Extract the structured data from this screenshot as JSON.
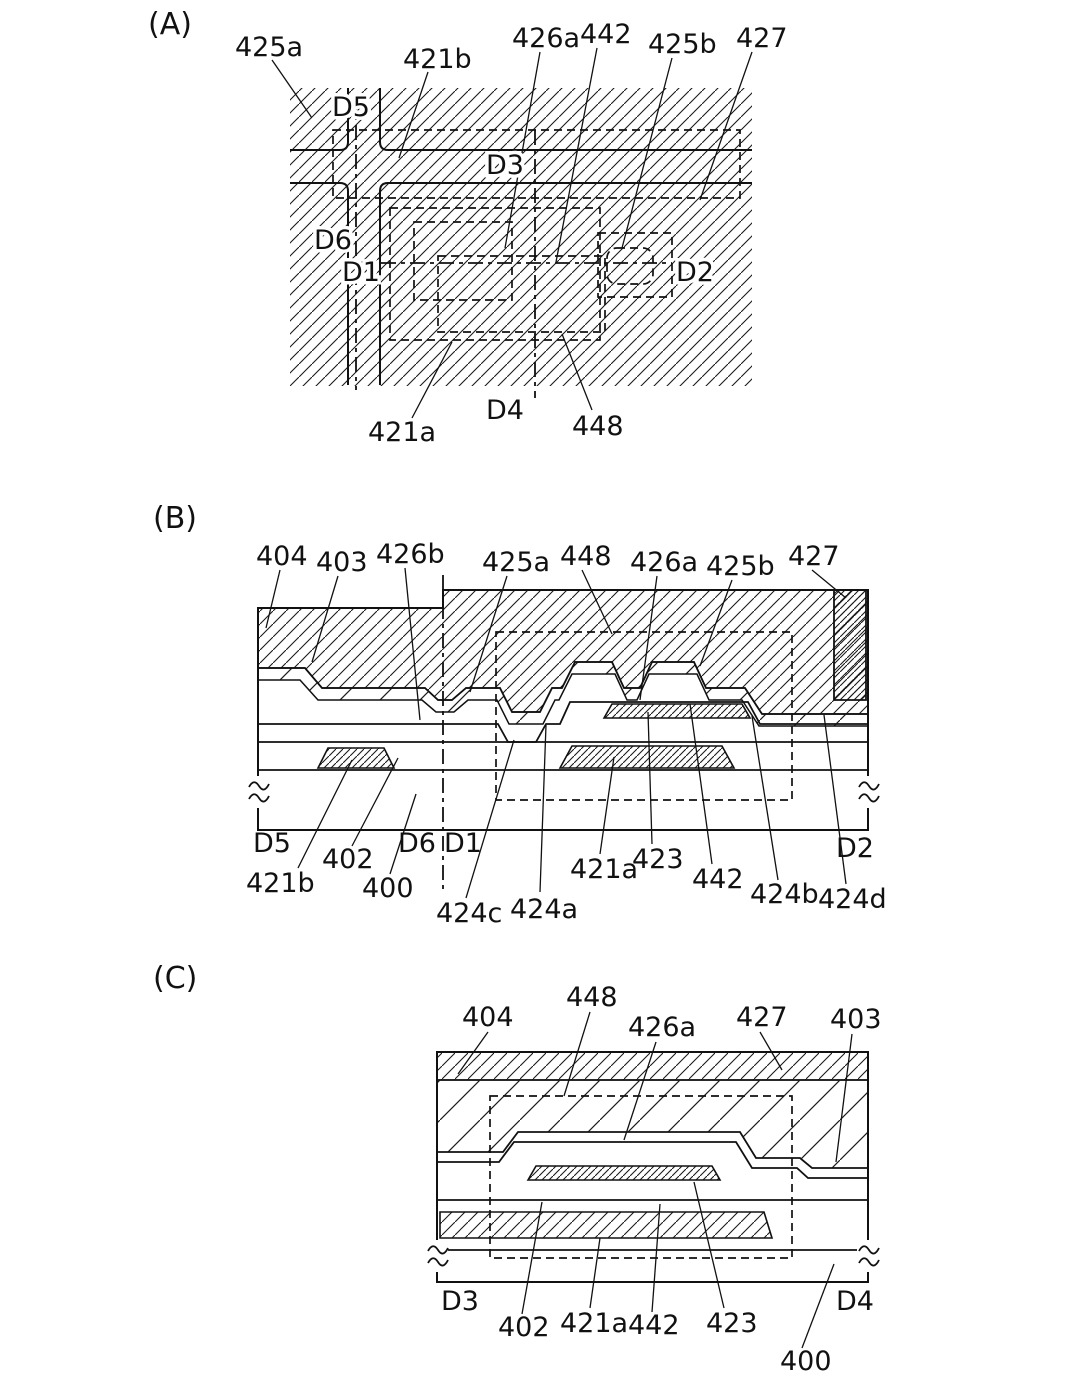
{
  "panels": {
    "a": "(A)",
    "b": "(B)",
    "c": "(C)"
  },
  "figA": {
    "425a": "425a",
    "421b": "421b",
    "426a": "426a",
    "442": "442",
    "425b": "425b",
    "427": "427",
    "D5": "D5",
    "D3": "D3",
    "D6": "D6",
    "D1": "D1",
    "D2": "D2",
    "421a": "421a",
    "D4": "D4",
    "448": "448"
  },
  "figB": {
    "404": "404",
    "403": "403",
    "426b": "426b",
    "425a": "425a",
    "448": "448",
    "426a": "426a",
    "425b": "425b",
    "427": "427",
    "D5": "D5",
    "402": "402",
    "D6": "D6",
    "D1": "D1",
    "D2": "D2",
    "421b": "421b",
    "400": "400",
    "424c": "424c",
    "424a": "424a",
    "421a": "421a",
    "423": "423",
    "442": "442",
    "424b": "424b",
    "424d": "424d"
  },
  "figC": {
    "404": "404",
    "448": "448",
    "426a": "426a",
    "427": "427",
    "403": "403",
    "D3": "D3",
    "402": "402",
    "421a": "421a",
    "442": "442",
    "423": "423",
    "D4": "D4",
    "400": "400"
  }
}
